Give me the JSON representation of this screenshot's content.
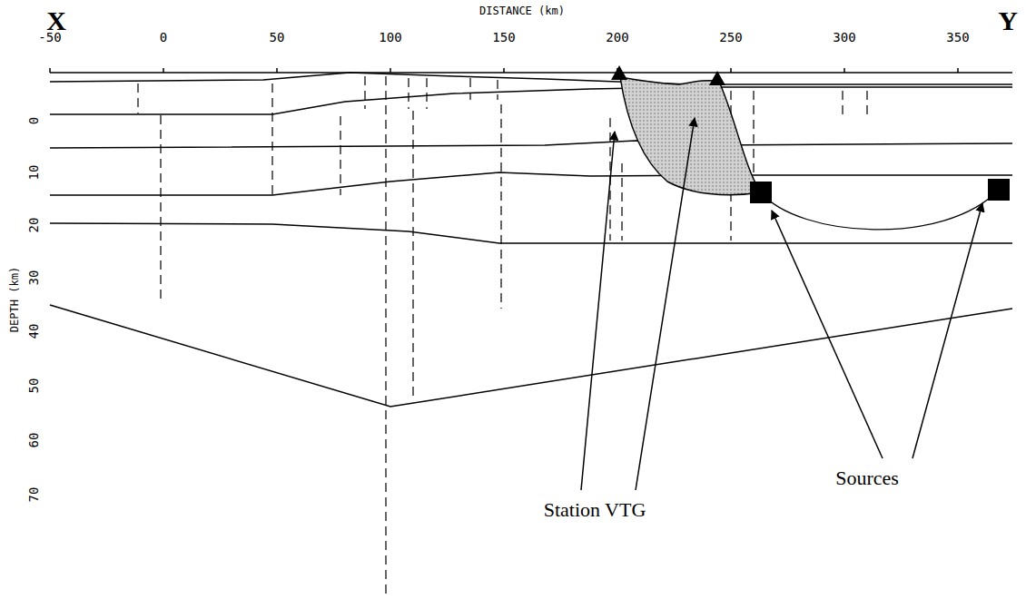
{
  "diagram": {
    "labels": [
      "X",
      "Y",
      "DISTANCE (km)",
      "-50",
      "0",
      "50",
      "100",
      "150",
      "200",
      "250",
      "300",
      "350",
      "0",
      "10",
      "20",
      "30",
      "40",
      "50",
      "60",
      "70",
      "DEPTH (km)",
      "Station VTG",
      "Sources"
    ]
  }
}
